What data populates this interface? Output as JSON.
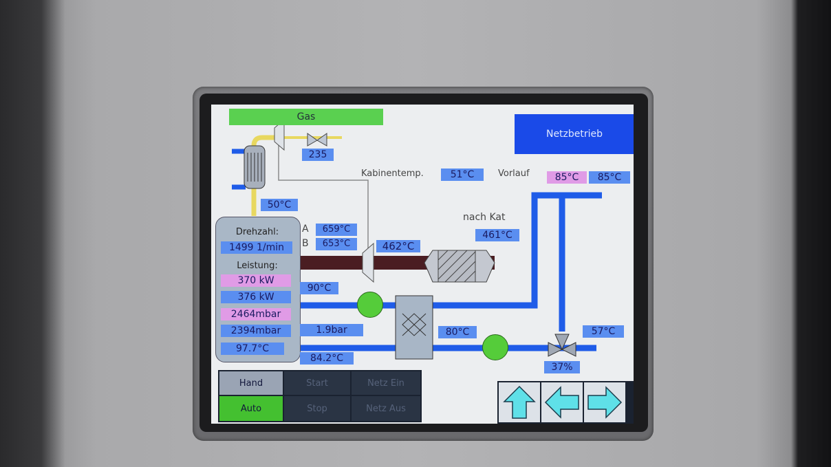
{
  "header": {
    "gas_label": "Gas",
    "mode_label": "Netzbetrieb"
  },
  "top": {
    "gas_valve_value": "235",
    "exhaust_temp": "50°C"
  },
  "cabin": {
    "label": "Kabinentemp.",
    "value": "51°C"
  },
  "vorlauf": {
    "label": "Vorlauf",
    "value_set": "85°C",
    "value_actual": "85°C"
  },
  "engine": {
    "drehzahl_label": "Drehzahl:",
    "drehzahl_value": "1499 1/min",
    "leistung_label": "Leistung:",
    "leistung_set": "370 kW",
    "leistung_actual": "376 kW",
    "pressure_set": "2464mbar",
    "pressure_actual": "2394mbar",
    "temp": "97.7°C"
  },
  "cylinders": {
    "a_label": "A",
    "a_value": "659°C",
    "b_label": "B",
    "b_value": "653°C"
  },
  "turbo": {
    "temp": "462°C"
  },
  "catalyst": {
    "label": "nach Kat",
    "value": "461°C"
  },
  "cooling": {
    "hot_temp": "90°C",
    "pressure": "1.9bar",
    "return_temp": "84.2°C",
    "hx_out_temp": "80°C",
    "mix_out_temp": "57°C",
    "valve_pos": "37%"
  },
  "controls": {
    "hand": "Hand",
    "auto": "Auto",
    "start": "Start",
    "stop": "Stop",
    "netz_ein": "Netz Ein",
    "netz_aus": "Netz Aus"
  },
  "colors": {
    "pipe_blue": "#1f5ce8",
    "gas_yellow": "#f0e87a",
    "exhaust": "#4a1d22",
    "pump_green": "#55cc3a",
    "value_blue": "#5a8ef0",
    "value_pink": "#e09be6",
    "accent_blue": "#1a4ae8",
    "auto_green": "#44c030"
  },
  "nav": {
    "up": "arrow-up-icon",
    "left": "arrow-left-icon",
    "right": "arrow-right-icon"
  }
}
